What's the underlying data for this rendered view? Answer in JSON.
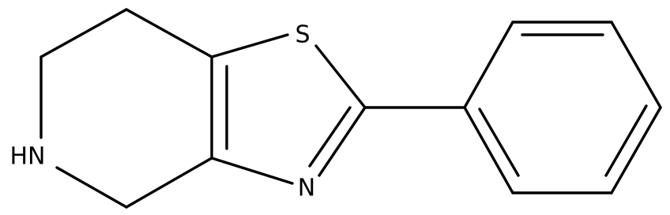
{
  "molecule": {
    "atoms": {
      "sulfur": "S",
      "nitrogen_thiazole": "N",
      "nitrogen_amine": "HN"
    }
  },
  "colors": {
    "bond": "#000000",
    "label": "#000000",
    "background": "#ffffff"
  }
}
